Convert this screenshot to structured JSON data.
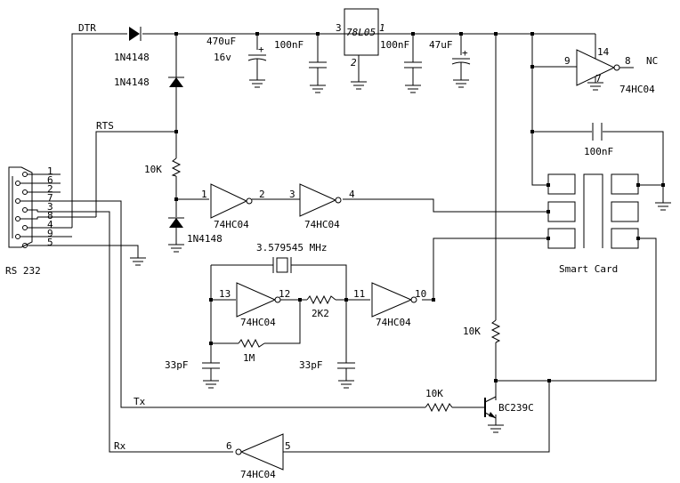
{
  "labels": {
    "dtr": "DTR",
    "rts": "RTS",
    "tx": "Tx",
    "rx": "Rx",
    "rs232": "RS 232",
    "smart_card": "Smart Card",
    "nc": "NC"
  },
  "connector_pins": [
    "1",
    "6",
    "2",
    "7",
    "3",
    "8",
    "4",
    "9",
    "5"
  ],
  "components": {
    "d_top": "1N4148",
    "d_mid": "1N4148",
    "d_low": "1N4148",
    "c_470": "470uF",
    "c_470_v": "16v",
    "c_100n_a": "100nF",
    "c_100n_b": "100nF",
    "c_47": "47uF",
    "c_100n_c": "100nF",
    "reg": "78L05",
    "reg_in": "3",
    "reg_out": "1",
    "reg_gnd": "2",
    "r_10k_a": "10K",
    "r_10k_b": "10K",
    "r_10k_c": "10K",
    "r_2k2": "2K2",
    "r_1m": "1M",
    "xtal": "3.579545 MHz",
    "c_33_a": "33pF",
    "c_33_b": "33pF",
    "transistor": "BC239C",
    "plus": "+"
  },
  "gates": {
    "g1": {
      "pin_in": "1",
      "pin_out": "2",
      "part": "74HC04"
    },
    "g2": {
      "pin_in": "3",
      "pin_out": "4",
      "part": "74HC04"
    },
    "g3": {
      "pin_in": "13",
      "pin_out": "12",
      "part": "74HC04"
    },
    "g4": {
      "pin_in": "11",
      "pin_out": "10",
      "part": "74HC04"
    },
    "g5": {
      "pin_in": "5",
      "pin_out": "6",
      "part": "74HC04"
    },
    "g6": {
      "pin_in": "9",
      "pin_out": "8",
      "pin_vcc": "14",
      "pin_gnd": "7",
      "part": "74HC04"
    }
  }
}
